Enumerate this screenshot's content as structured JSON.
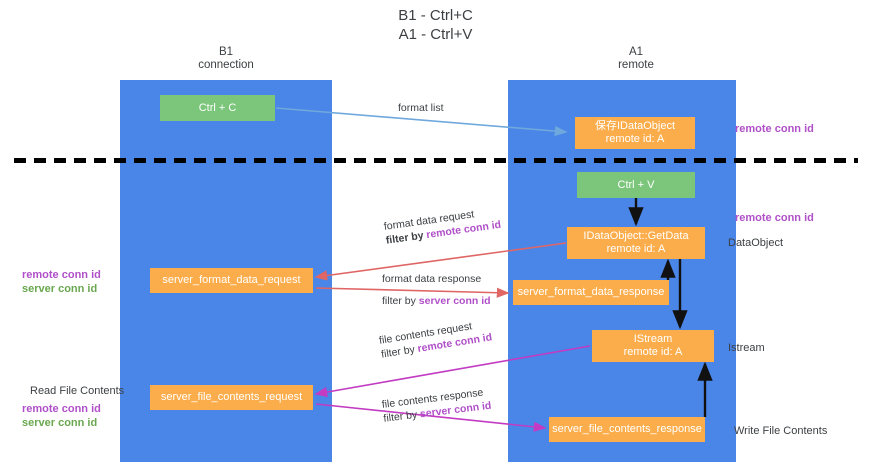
{
  "title": "B1 - Ctrl+C\nA1 - Ctrl+V",
  "title_line1": "B1 - Ctrl+C",
  "title_line2": "A1 - Ctrl+V",
  "lanes": [
    {
      "id": "b1",
      "title": "B1",
      "subtitle": "connection",
      "color": "#4a86e8"
    },
    {
      "id": "a1",
      "title": "A1",
      "subtitle": "remote",
      "color": "#4a86e8"
    }
  ],
  "colors": {
    "lane": "#4a86e8",
    "green_box": "#7cc67c",
    "orange_box": "#fbad4b",
    "remote_conn_id": "#b050c8",
    "server_conn_id": "#6aa84f",
    "arrow_blue": "#6fa8dc",
    "arrow_red": "#e06666",
    "arrow_magenta": "#c23bc2",
    "arrow_black": "#000000",
    "text": "#3c4043"
  },
  "boxes": {
    "ctrl_c": {
      "label": "Ctrl + C",
      "style": "green"
    },
    "idataobject": {
      "line1": "保存IDataObject",
      "line2": "remote id: A",
      "style": "orange"
    },
    "ctrl_v": {
      "label": "Ctrl + V",
      "style": "green"
    },
    "getdata": {
      "line1": "IDataObject::GetData",
      "line2": "remote id: A",
      "style": "orange"
    },
    "server_format_data_request": {
      "label": "server_format_data_request",
      "style": "orange"
    },
    "server_format_data_response": {
      "label": "server_format_data_response",
      "style": "orange"
    },
    "istream": {
      "line1": "IStream",
      "line2": "remote id: A",
      "style": "orange"
    },
    "server_file_contents_request": {
      "label": "server_file_contents_request",
      "style": "orange"
    },
    "server_file_contents_response": {
      "label": "server_file_contents_response",
      "style": "orange"
    }
  },
  "edges": {
    "format_list": {
      "label": "format list"
    },
    "format_data_request": {
      "line1": "format data request",
      "filter_prefix": "filter by ",
      "filter_key": "remote conn id"
    },
    "format_data_response": {
      "line1": "format data response",
      "filter_prefix": "filter by ",
      "filter_key": "server conn id"
    },
    "file_contents_request": {
      "line1": "file contents request",
      "filter_prefix": "filter by ",
      "filter_key": "remote conn id"
    },
    "file_contents_response": {
      "line1": "file contents response",
      "filter_prefix": "filter by ",
      "filter_key": "server conn id"
    }
  },
  "annotations": {
    "right_remote_conn_id_top": "remote conn id",
    "right_remote_conn_id_mid": "remote conn id",
    "right_dataobject": "DataObject",
    "right_istream": "Istream",
    "right_write_file_contents": "Write File Contents",
    "left_remote_conn_id_top": "remote conn id",
    "left_server_conn_id_top": "server conn id",
    "left_read_file_contents": "Read File Contents",
    "left_remote_conn_id_bottom": "remote conn id",
    "left_server_conn_id_bottom": "server conn id"
  }
}
